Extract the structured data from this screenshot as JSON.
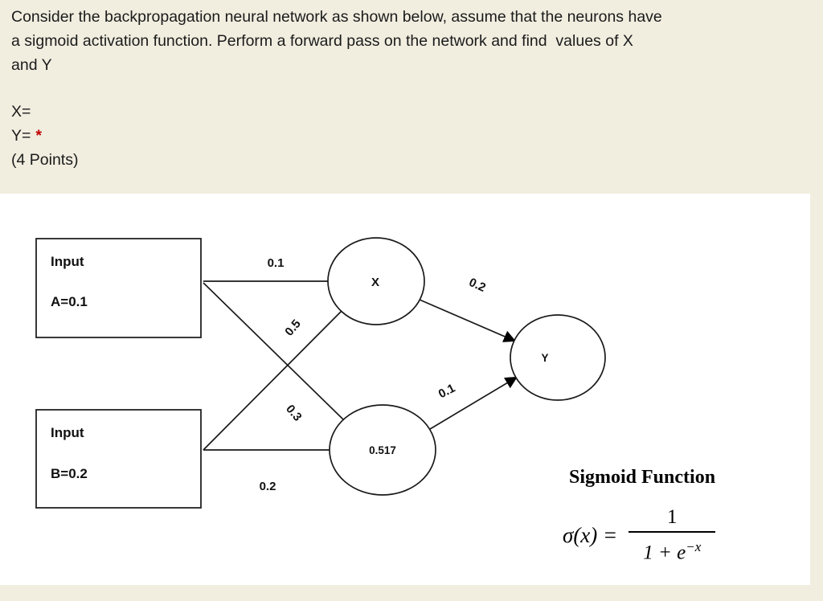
{
  "question": {
    "lines": [
      "Consider the backpropagation neural network as shown below, assume that the neurons have",
      "a sigmoid activation function. Perform a forward pass on the network and find  values of X",
      "and Y"
    ],
    "x_label": "X=",
    "y_label": "Y=",
    "required_marker": "*",
    "points": "(4 Points)"
  },
  "diagram": {
    "input_a": {
      "title": "Input",
      "value": "A=0.1"
    },
    "input_b": {
      "title": "Input",
      "value": "B=0.2"
    },
    "node_x": "X",
    "node_h2": "0.517",
    "node_y": "Y",
    "weights": {
      "a_x": "0.1",
      "b_x": "0.5",
      "a_h2": "0.3",
      "b_h2": "0.2",
      "x_y": "0.2",
      "h2_y": "0.1"
    },
    "sigmoid_title": "Sigmoid Function",
    "formula": {
      "lhs": "σ(x) =",
      "numerator": "1",
      "denominator_base": "1 + e",
      "denominator_exp": "−x"
    }
  },
  "colors": {
    "page_bg": "#f1eee0",
    "panel_bg": "#ffffff",
    "required": "#c00000",
    "ink": "#111111"
  }
}
